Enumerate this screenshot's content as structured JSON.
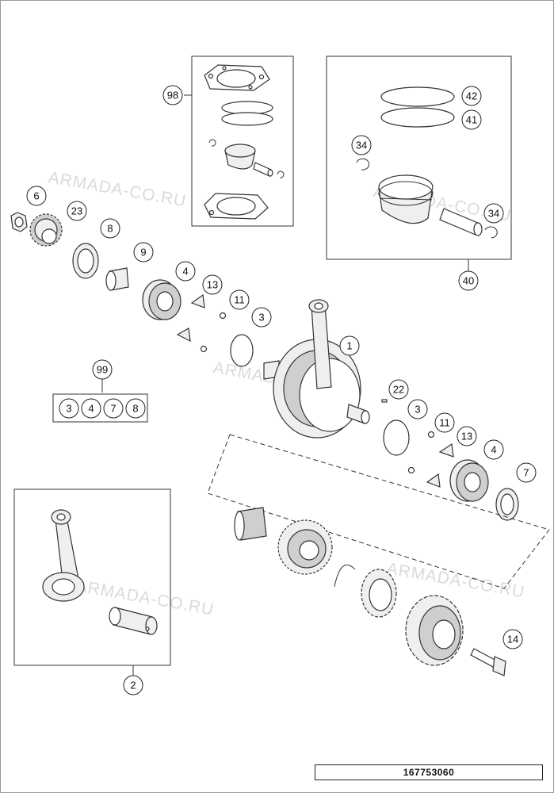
{
  "watermark": "ARMADA-CO.RU",
  "drawing_id": "167753060",
  "callouts": {
    "c98": "98",
    "c42": "42",
    "c41": "41",
    "c34a": "34",
    "c34b": "34",
    "c40": "40",
    "c6": "6",
    "c23": "23",
    "c8": "8",
    "c9": "9",
    "c4a": "4",
    "c13a": "13",
    "c11a": "11",
    "c3a": "3",
    "c1": "1",
    "c99": "99",
    "c22": "22",
    "c3b": "3",
    "c11b": "11",
    "c13b": "13",
    "c4b": "4",
    "c7": "7",
    "c14": "14",
    "c2": "2"
  },
  "kit_99": [
    "3",
    "4",
    "7",
    "8"
  ]
}
